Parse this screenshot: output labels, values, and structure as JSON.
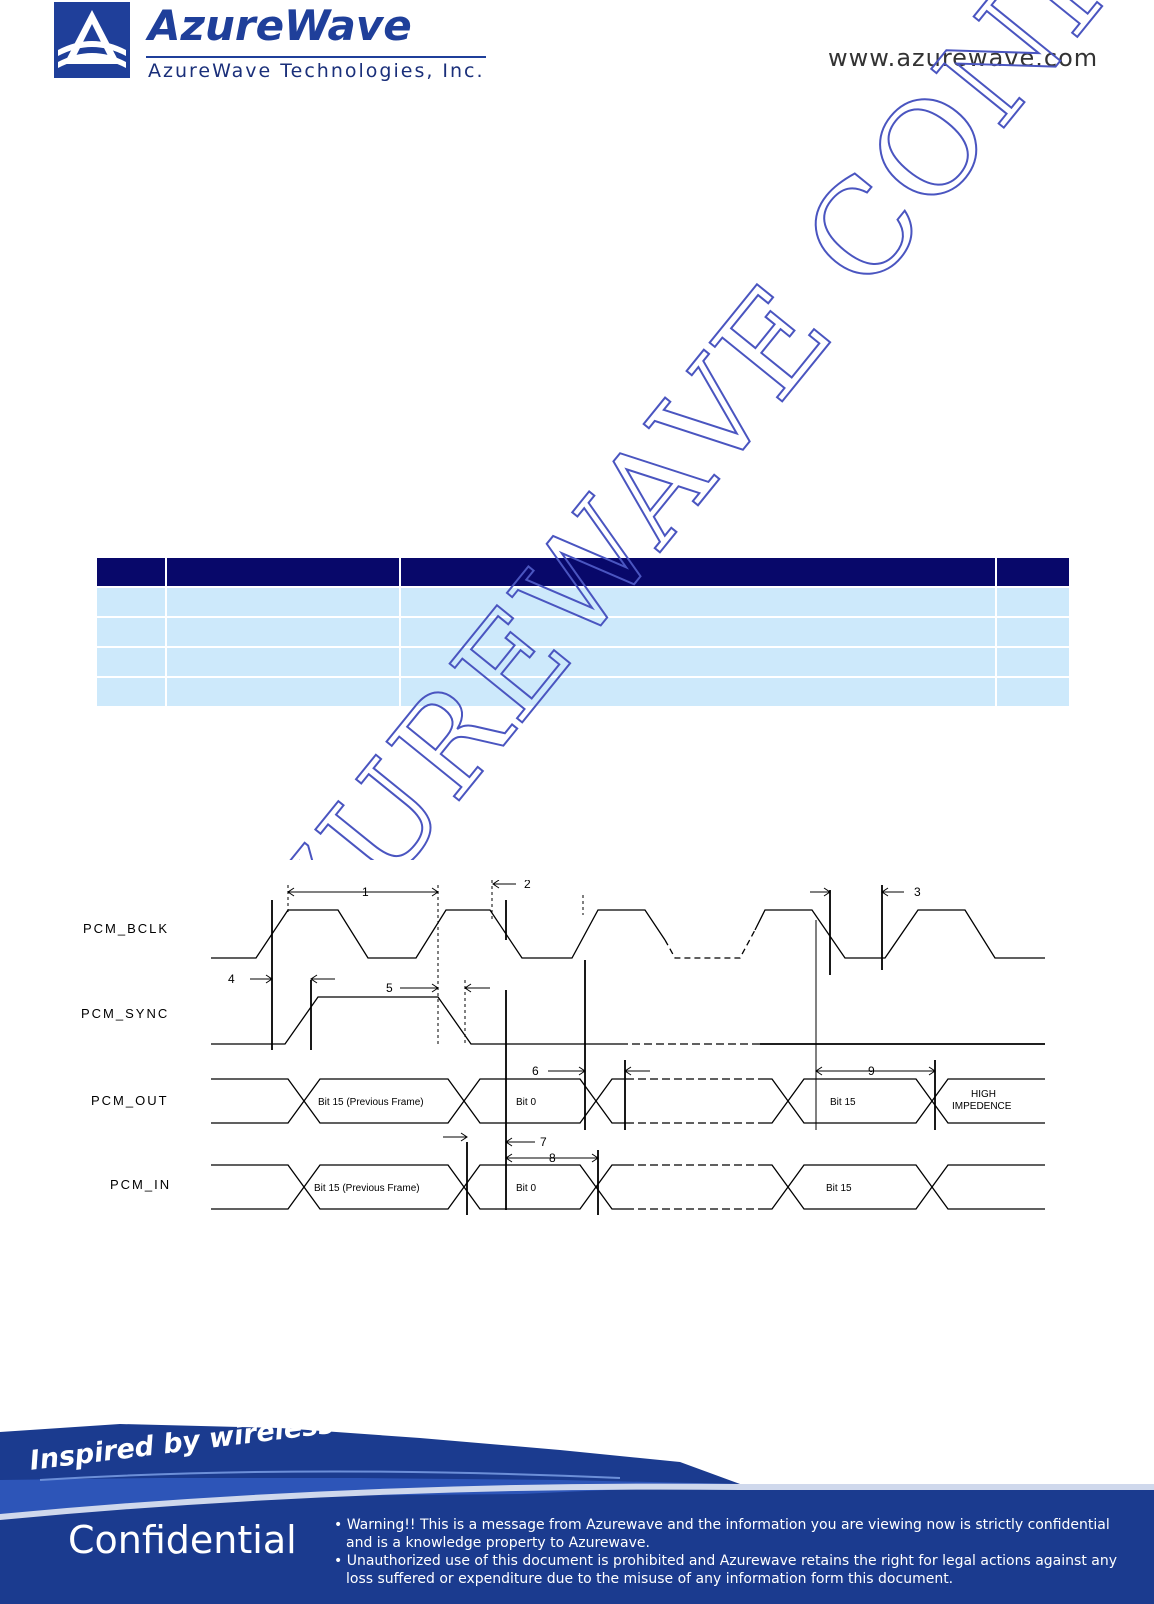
{
  "header": {
    "brand_name": "AzureWave",
    "brand_subtitle": "AzureWave Technologies, Inc.",
    "website": "www.azurewave.com"
  },
  "watermark": {
    "text": "AZUREWAVE CONFIDENTIAL",
    "color": "#3c46b4"
  },
  "colors": {
    "table_header": "#08086a",
    "table_row": "#cde9fb",
    "brand": "#1f3f9a",
    "footer_bg": "#1b3b8f"
  },
  "timing_diagram": {
    "signals": [
      "PCM_BCLK",
      "PCM_SYNC",
      "PCM_OUT",
      "PCM_IN"
    ],
    "markers": [
      "1",
      "2",
      "3",
      "4",
      "5",
      "6",
      "7",
      "8",
      "9"
    ],
    "labels": {
      "out_prev": "Bit 15 (Previous Frame)",
      "out_bit0": "Bit 0",
      "out_bit15": "Bit 15",
      "high_imp_1": "HIGH",
      "high_imp_2": "IMPEDENCE",
      "in_prev": "Bit 15 (Previous Frame)",
      "in_bit0": "Bit 0",
      "in_bit15": "Bit 15"
    }
  },
  "footer": {
    "tagline": "Inspired by wireless",
    "confidential": "Confidential",
    "warning_1": "Warning!! This is a message from Azurewave and the information you are viewing now is strictly confidential and is a knowledge property to Azurewave.",
    "warning_2": "Unauthorized use of this document is prohibited and Azurewave retains the right for legal actions against any loss suffered or expenditure due to the misuse of any information form this document."
  }
}
